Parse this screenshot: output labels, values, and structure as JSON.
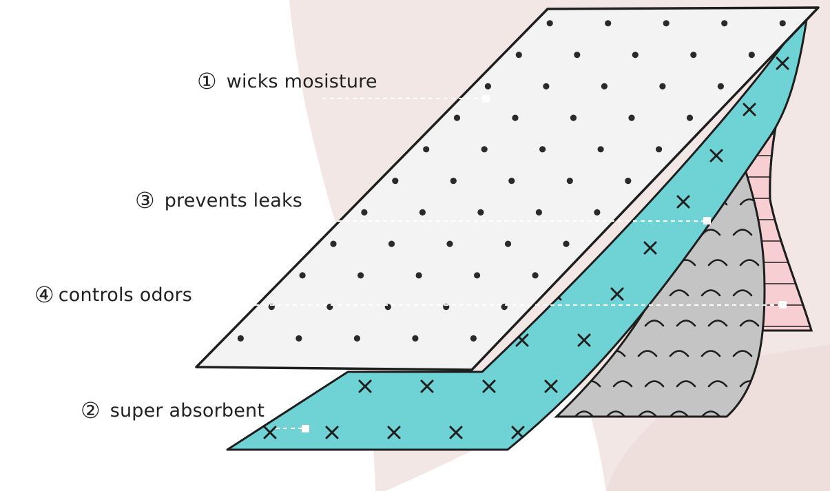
{
  "colors": {
    "background": "#ffffff",
    "body_silhouette": "#f3e7e5",
    "top_layer": "#f3f3f3",
    "absorbent_layer": "#6fd3d6",
    "odor_layer": "#c4c4c4",
    "leak_layer": "#f7cfd3",
    "outline": "#1e1e1e",
    "leader_line": "#ffffff"
  },
  "callouts": [
    {
      "id": "wicks",
      "number": "①",
      "label": "wicks mosisture"
    },
    {
      "id": "leaks",
      "number": "③",
      "label": "prevents leaks"
    },
    {
      "id": "odors",
      "number": "④",
      "label": "controls odors"
    },
    {
      "id": "absorbent",
      "number": "②",
      "label": "super absorbent"
    }
  ],
  "layer_patterns": {
    "top_layer": "dots",
    "absorbent_layer": "crosses",
    "odor_layer": "arcs",
    "leak_layer": "horizontal-lines"
  }
}
